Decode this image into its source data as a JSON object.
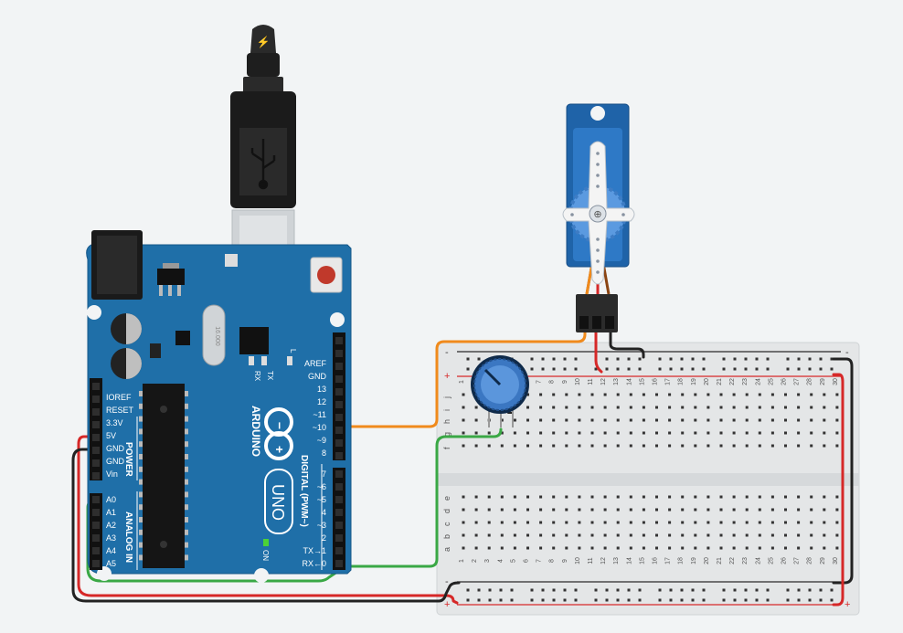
{
  "arduino": {
    "brand": "ARDUINO",
    "model": "UNO",
    "crystal": "16.000",
    "digital_title": "DIGITAL (PWM~)",
    "power_title": "POWER",
    "analog_title": "ANALOG IN",
    "tx_label": "TX",
    "rx_label": "RX",
    "l_label": "L",
    "on_label": "ON",
    "digital_labels": [
      "AREF",
      "GND",
      "13",
      "12",
      "~11",
      "~10",
      "~9",
      "8",
      "7",
      "~6",
      "~5",
      "4",
      "~3",
      "2",
      "TX→1",
      "RX←0"
    ],
    "power_labels": [
      "IOREF",
      "RESET",
      "3.3V",
      "5V",
      "GND",
      "GND",
      "Vin"
    ],
    "analog_labels": [
      "A0",
      "A1",
      "A2",
      "A3",
      "A4",
      "A5"
    ],
    "board_color": "#1f6fa8"
  },
  "breadboard": {
    "row_letters_top": [
      "j",
      "i",
      "h",
      "g",
      "f"
    ],
    "row_letters_bottom": [
      "e",
      "d",
      "c",
      "b",
      "a"
    ],
    "rail_plus": "+",
    "rail_minus": "-"
  },
  "usb": {
    "icon": "usb-icon",
    "bolt_icon": "bolt-icon"
  },
  "wire_colors": {
    "signal": "#f08a1c",
    "pot": "#3aa845",
    "power": "#d62828",
    "ground": "#222222"
  }
}
